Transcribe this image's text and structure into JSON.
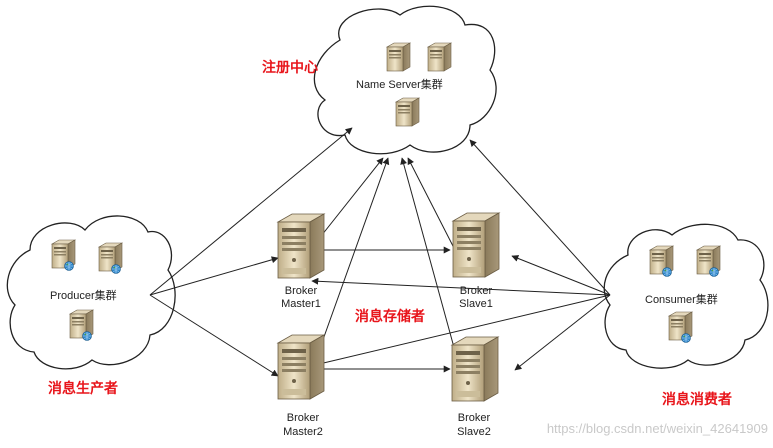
{
  "labels": {
    "registry_title": "注册中心",
    "name_server": "Name Server集群",
    "producer_cluster": "Producer集群",
    "consumer_cluster": "Consumer集群",
    "producer_title": "消息生产者",
    "consumer_title": "消息消费者",
    "storage_title": "消息存储者",
    "broker_master1": [
      "Broker",
      "Master1"
    ],
    "broker_slave1": [
      "Broker",
      "Slave1"
    ],
    "broker_master2": [
      "Broker",
      "Master2"
    ],
    "broker_slave2": [
      "Broker",
      "Slave2"
    ],
    "watermark": "https://blog.csdn.net/weixin_42641909"
  },
  "colors": {
    "accent_red": "#e8151b",
    "line": "#222222",
    "server_body": "#d8c8a4",
    "globe": "#2f86c9"
  }
}
